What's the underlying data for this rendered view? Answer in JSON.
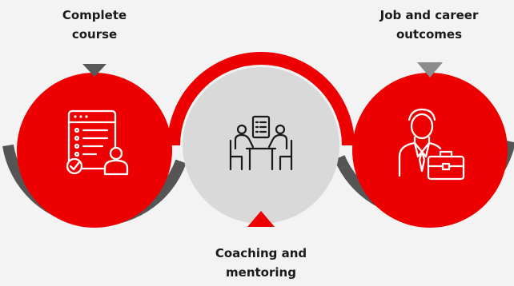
{
  "steps": [
    {
      "line1": "Complete",
      "line2": "course",
      "icon": "checklist-user-icon"
    },
    {
      "line1": "Coaching and",
      "line2": "mentoring",
      "icon": "coaching-meeting-icon"
    },
    {
      "line1": "Job and career",
      "line2": "outcomes",
      "icon": "businessman-briefcase-icon"
    }
  ],
  "colors": {
    "background": "#f3f3f3",
    "accent_red": "#ee0000",
    "arc_gray": "#555555",
    "center_gray": "#d9d9d9",
    "pointer_gray": "#595959",
    "text": "#1a1a1a"
  }
}
